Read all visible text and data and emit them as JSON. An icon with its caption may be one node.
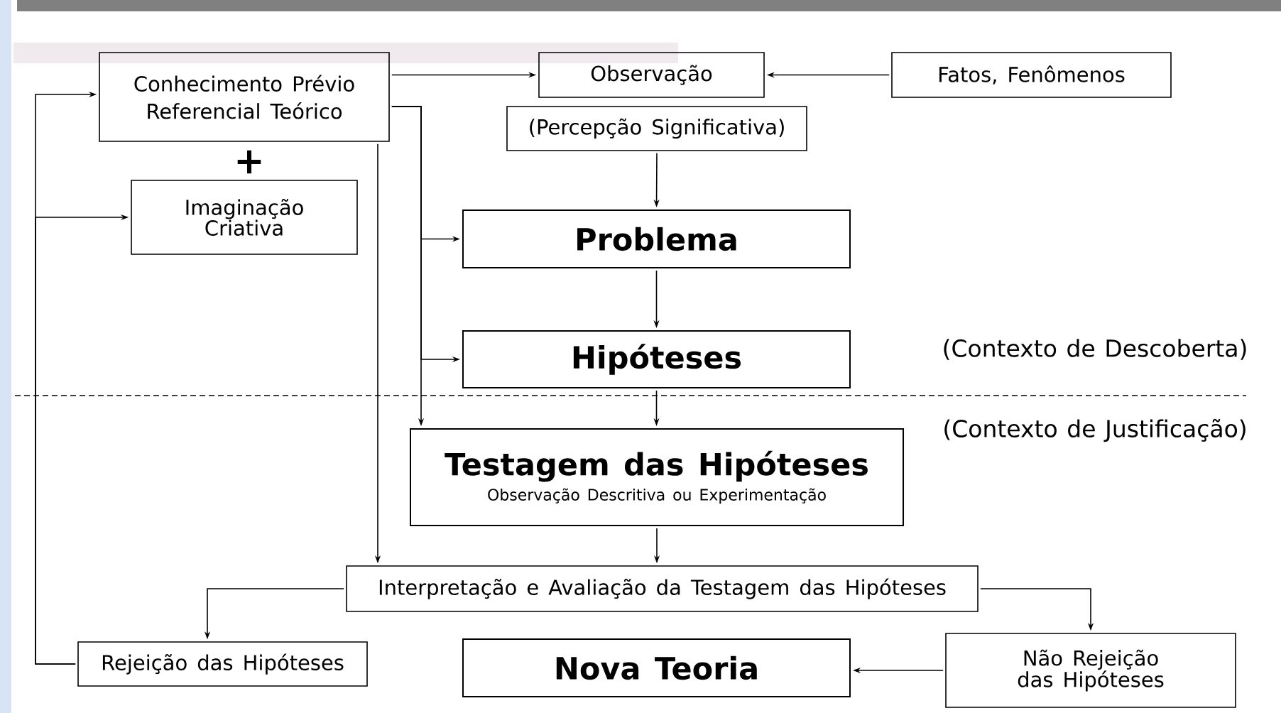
{
  "diagram": {
    "nodes": [
      {
        "text": [
          "Conhecimento Prévio",
          "Referencial Teórico"
        ]
      },
      {
        "text": [
          "Observação"
        ]
      },
      {
        "text": [
          "Fatos, Fenômenos"
        ]
      },
      {
        "text": [
          "(Percepção Significativa)"
        ]
      },
      {
        "text": [
          "Imaginação Criativa"
        ]
      },
      {
        "text": [
          "Problema"
        ]
      },
      {
        "text": [
          "Hipóteses"
        ]
      },
      {
        "text": [
          "Testagem das Hipóteses",
          "Observação Descritiva ou Experimentação"
        ]
      },
      {
        "text": [
          "Interpretação e Avaliação da Testagem das Hipóteses"
        ]
      },
      {
        "text": [
          "Rejeição das Hipóteses"
        ]
      },
      {
        "text": [
          "Nova Teoria"
        ]
      },
      {
        "text": [
          "Não Rejeição das Hipóteses"
        ]
      }
    ],
    "edges": [
      {
        "from": 0,
        "to": 1,
        "arrow": "to"
      },
      {
        "from": 2,
        "to": 1,
        "arrow": "to"
      },
      {
        "from": 3,
        "to": 5,
        "arrow": "to"
      },
      {
        "from": 0,
        "to": 5,
        "arrow": "to"
      },
      {
        "from": 0,
        "to": 6,
        "arrow": "to"
      },
      {
        "from": 0,
        "to": 7,
        "arrow": "to"
      },
      {
        "from": 5,
        "to": 6,
        "arrow": "to"
      },
      {
        "from": 6,
        "to": 7,
        "arrow": "to"
      },
      {
        "from": 0,
        "to": 8,
        "arrow": "to"
      },
      {
        "from": 7,
        "to": 8,
        "arrow": "to"
      },
      {
        "from": 8,
        "to": 9,
        "arrow": "to"
      },
      {
        "from": 8,
        "to": 11,
        "arrow": "to"
      },
      {
        "from": 11,
        "to": 10,
        "arrow": "to"
      },
      {
        "from": 9,
        "to": 0,
        "arrow": "to"
      },
      {
        "from": 9,
        "to": 4,
        "arrow": "to"
      }
    ],
    "labels": [
      "+",
      "(Contexto de Descoberta)",
      "(Contexto de Justificação)"
    ]
  }
}
